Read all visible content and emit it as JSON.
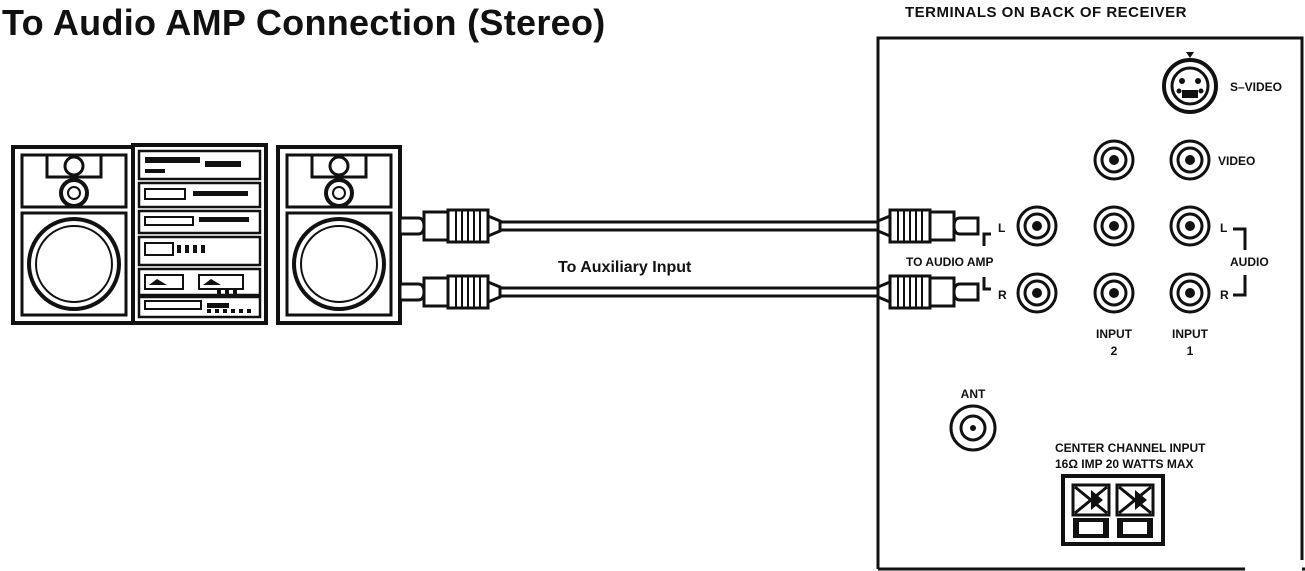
{
  "title": "To Audio AMP Connection (Stereo)",
  "panel": {
    "caption": "TERMINALS ON BACK OF RECEIVER",
    "svideo_label": "S–VIDEO",
    "video_label": "VIDEO",
    "l_mark": "L",
    "r_mark": "R",
    "to_audio_amp_label": "TO AUDIO AMP",
    "audio_label": "AUDIO",
    "input2_label": "INPUT",
    "input2_number": "2",
    "input1_label": "INPUT",
    "input1_number": "1",
    "ant_label": "ANT",
    "center_channel_label": "CENTER CHANNEL INPUT",
    "center_channel_spec": "16Ω IMP  20 WATTS MAX"
  },
  "cable": {
    "label": "To Auxiliary Input"
  },
  "colors": {
    "line": "#111111",
    "background": "#ffffff"
  }
}
